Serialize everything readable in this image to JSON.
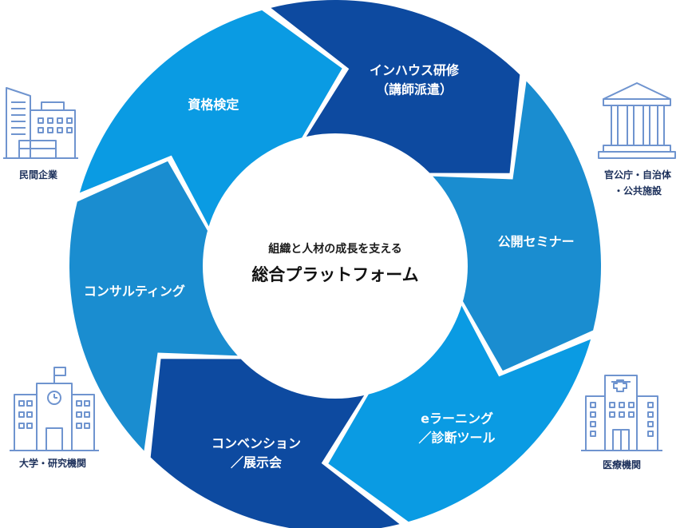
{
  "center": {
    "subtitle": "組織と人材の成長を支える",
    "title": "総合プラットフォーム"
  },
  "segments": [
    {
      "id": "inhouse",
      "lines": [
        "インハウス研修",
        "（講師派遣）"
      ],
      "color": "#0d4aa0"
    },
    {
      "id": "seminar",
      "lines": [
        "公開セミナー"
      ],
      "color": "#1a8dd0"
    },
    {
      "id": "elearning",
      "lines": [
        "eラーニング",
        "／診断ツール"
      ],
      "color": "#0a9be3"
    },
    {
      "id": "convention",
      "lines": [
        "コンベンション",
        "／展示会"
      ],
      "color": "#0d4aa0"
    },
    {
      "id": "consulting",
      "lines": [
        "コンサルティング"
      ],
      "color": "#1a8dd0"
    },
    {
      "id": "exam",
      "lines": [
        "資格検定"
      ],
      "color": "#0a9be3"
    }
  ],
  "sides": {
    "companies": {
      "lines": [
        "民間企業"
      ],
      "icon": "office-building-icon"
    },
    "government": {
      "lines": [
        "官公庁・自治体",
        "・公共施設"
      ],
      "icon": "government-building-icon"
    },
    "medical": {
      "lines": [
        "医療機関"
      ],
      "icon": "hospital-icon"
    },
    "university": {
      "lines": [
        "大学・研究機関"
      ],
      "icon": "school-icon"
    }
  }
}
